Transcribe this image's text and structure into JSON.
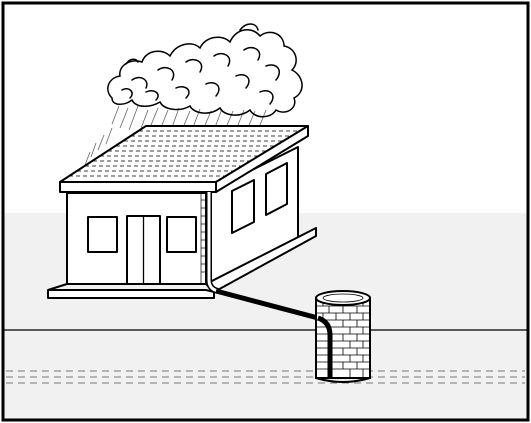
{
  "diagram": {
    "subject": "rooftop-rainwater-harvesting-into-underground-well",
    "elements": [
      "rain-cloud",
      "rain-streaks",
      "tiled-roof",
      "house",
      "door",
      "windows",
      "downpipe",
      "conduit-pipe",
      "brick-well",
      "ground-line",
      "water-table"
    ]
  }
}
